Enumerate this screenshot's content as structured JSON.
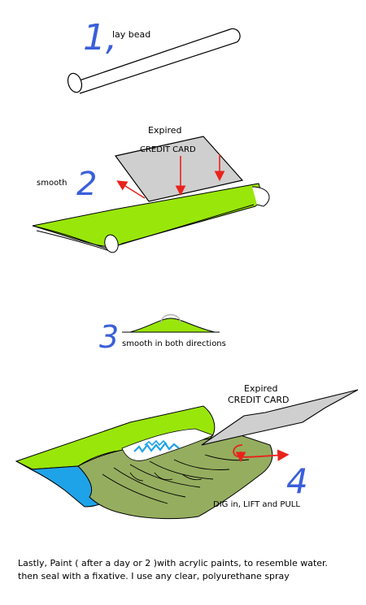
{
  "steps": [
    {
      "number": "1,",
      "label": "lay bead"
    },
    {
      "number": "2",
      "card_line1": "Expired",
      "card_line2": "CREDIT CARD",
      "label": "smooth"
    },
    {
      "number": "3",
      "label": "smooth in both directions"
    },
    {
      "number": "4",
      "card_line1": "Expired",
      "card_line2": "CREDIT CARD",
      "label": "DIG in,   LIFT  and  PULL"
    }
  ],
  "caption": {
    "line1": "Lastly, Paint  ( after a day or 2 )with acrylic paints, to resemble water.",
    "line2": "then seal with a fixative.  I use any clear,  polyurethane spray"
  },
  "colors": {
    "green": "#99e60a",
    "olive": "#95ad5f",
    "blue": "#1fa3e8",
    "red": "#e8231c",
    "card": "#cfcfcf",
    "step_number": "#3a5fd9"
  }
}
